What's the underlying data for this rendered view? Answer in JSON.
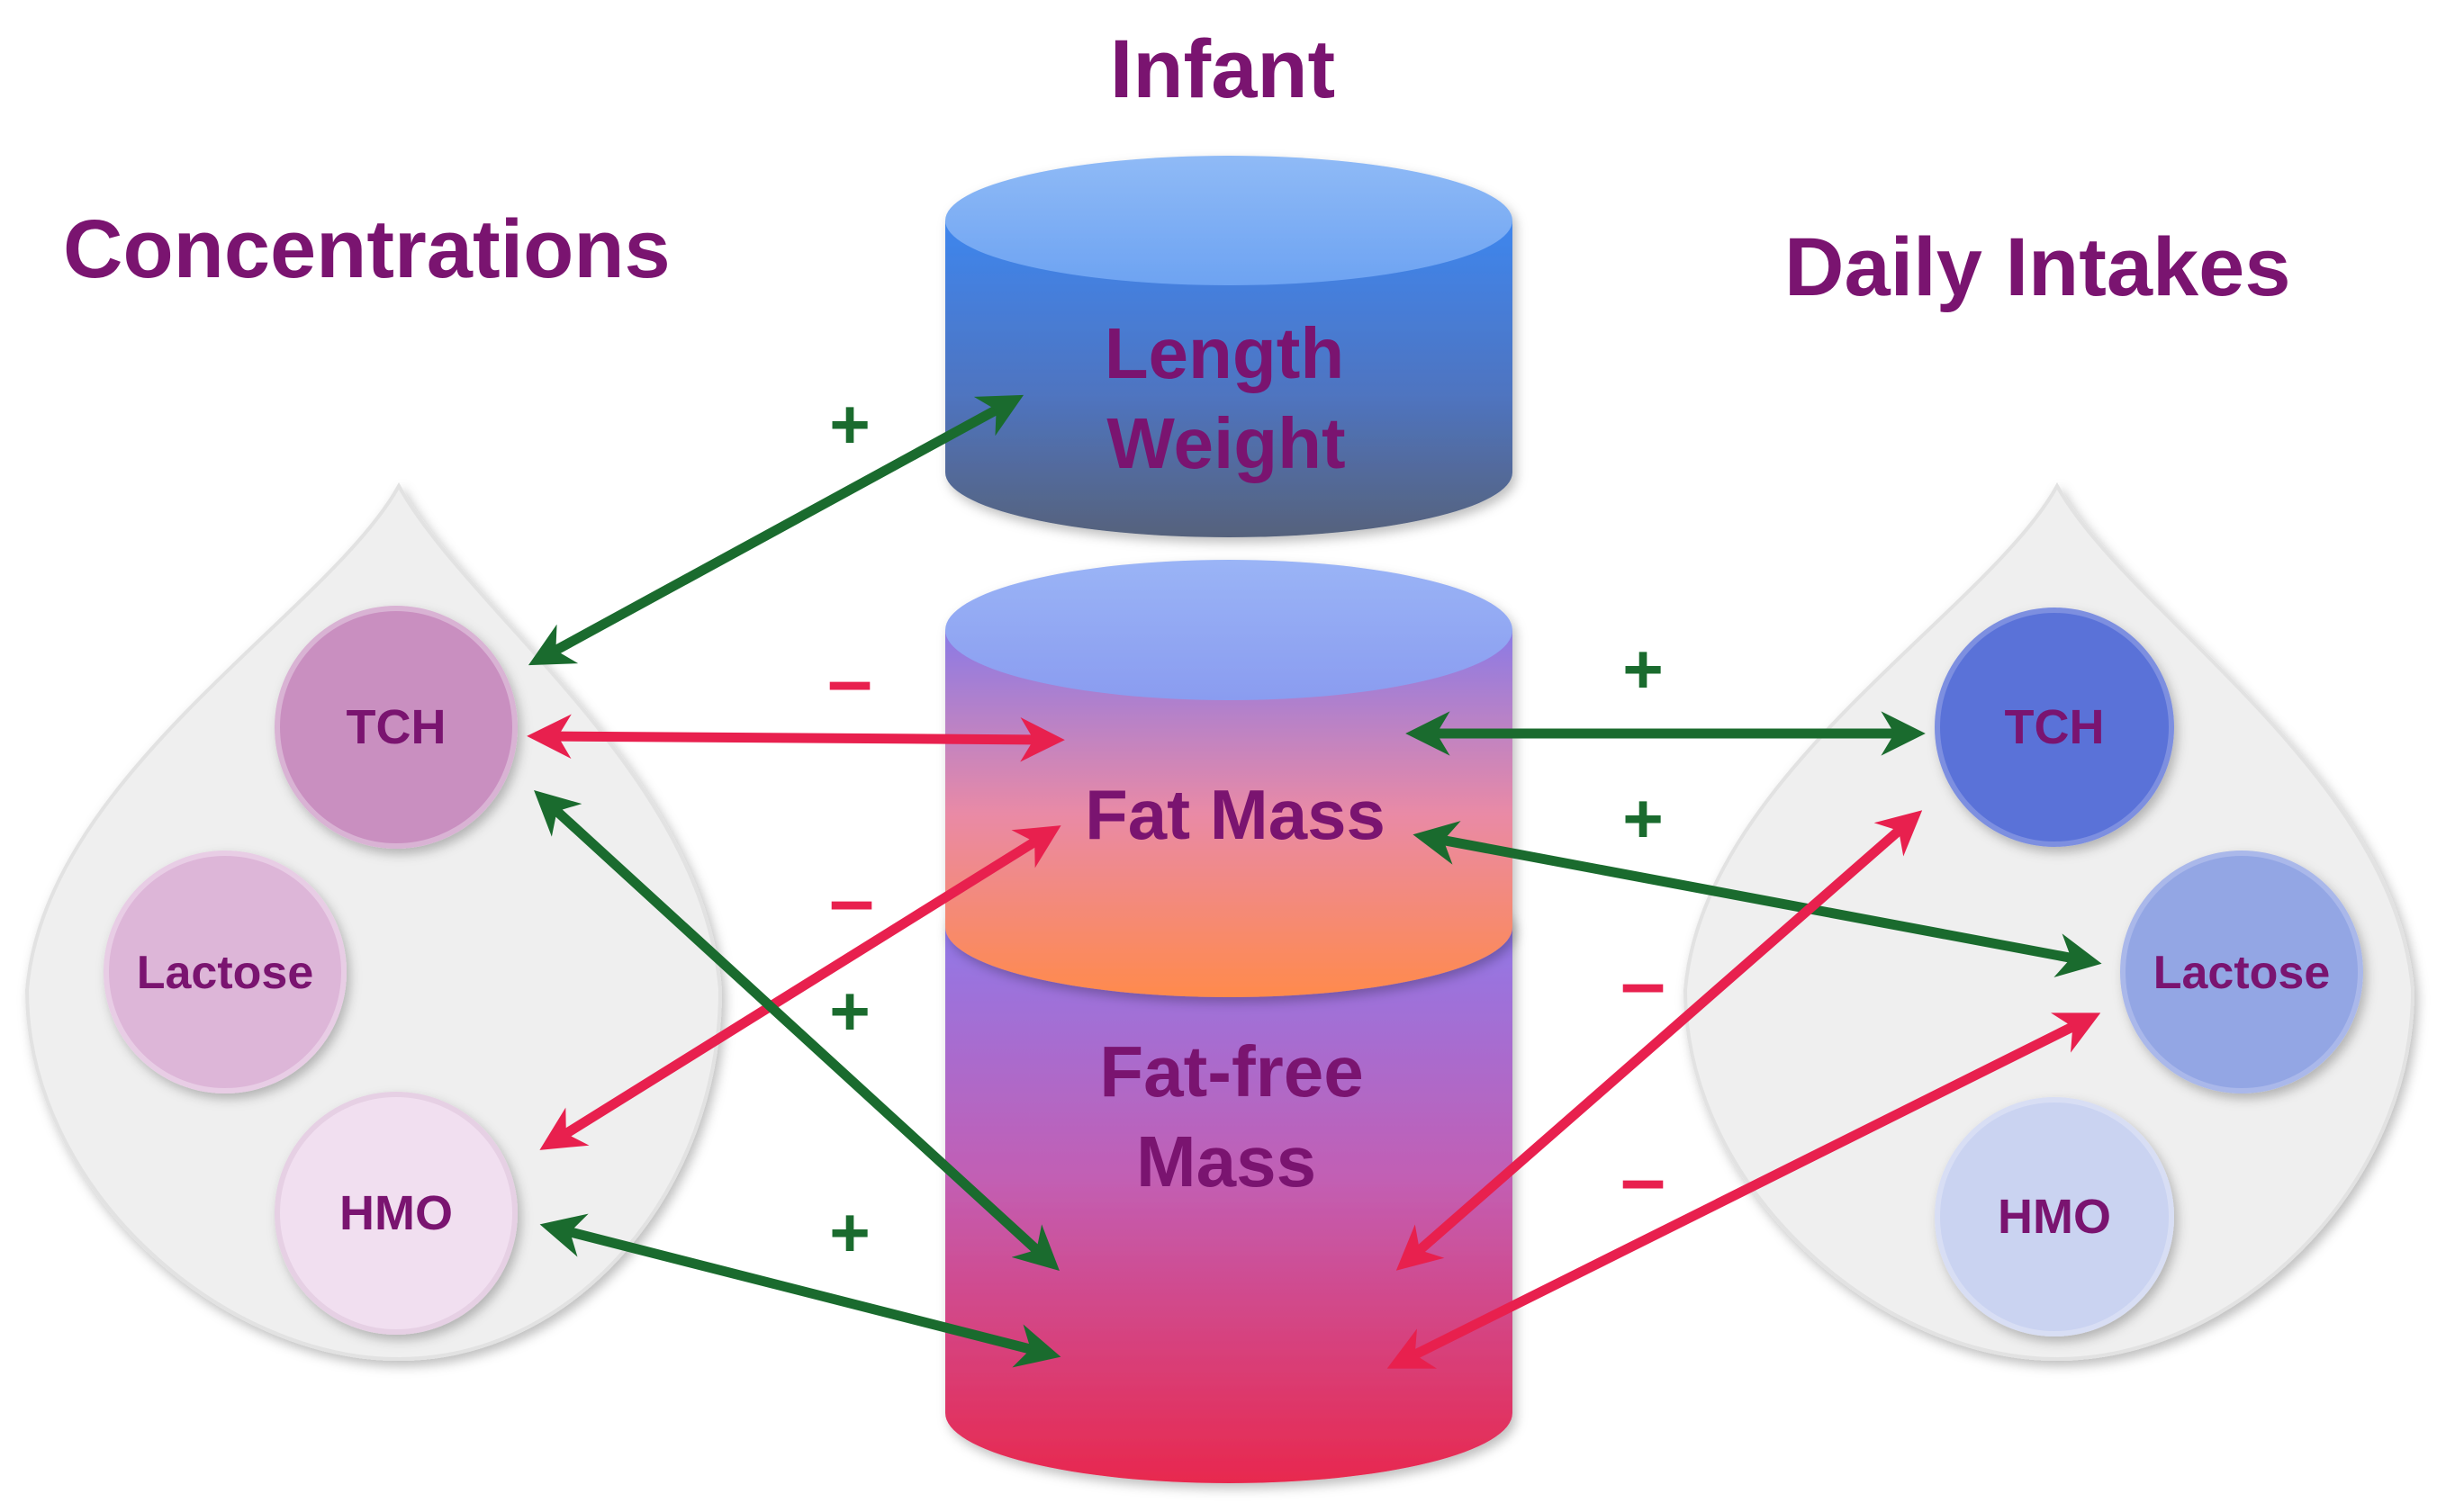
{
  "title": "Infant",
  "left_group": {
    "heading": "Concentrations",
    "items": [
      "TCH",
      "Lactose",
      "HMO"
    ]
  },
  "right_group": {
    "heading": "Daily Intakes",
    "items": [
      "TCH",
      "Lactose",
      "HMO"
    ]
  },
  "infant": {
    "top_lines": [
      "Length",
      "Weight"
    ],
    "fat_mass": "Fat Mass",
    "fat_free_lines": [
      "Fat-free",
      "Mass"
    ]
  },
  "signs": {
    "conc_tch_length": "+",
    "conc_tch_fatmass": "–",
    "conc_hmo_fatmass": "–",
    "conc_tch_fatfree": "+",
    "conc_hmo_fatfree": "+",
    "intake_tch_fatmass": "+",
    "intake_lactose_fatmass": "+",
    "intake_tch_fatfree": "–",
    "intake_lactose_fatfree": "–"
  },
  "colors": {
    "text": "#7a1470",
    "positive": "#1a6b2e",
    "negative": "#e8204e",
    "drop": "#efefef",
    "conc_tch": "#c98fc0",
    "conc_lactose": "#ddb6d8",
    "conc_hmo": "#f1dff0",
    "intake_tch": "#5a72d8",
    "intake_lactose": "#93a6e4",
    "intake_hmo": "#cad3f1"
  }
}
